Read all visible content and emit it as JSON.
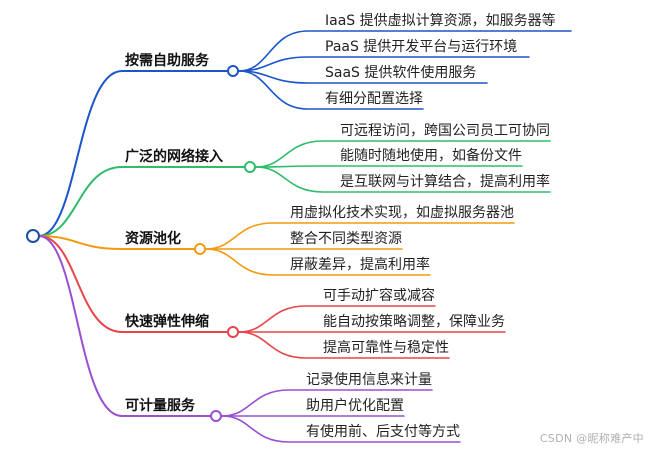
{
  "colors": {
    "root": "#1c4fa0",
    "branches": [
      "#1a56c9",
      "#2fbd6a",
      "#f29a10",
      "#e8454a",
      "#9b4fd1"
    ]
  },
  "branches": [
    {
      "title": "按需自助服务",
      "items": [
        "IaaS 提供虚拟计算资源，如服务器等",
        "PaaS 提供开发平台与运行环境",
        "SaaS 提供软件使用服务",
        "有细分配置选择"
      ]
    },
    {
      "title": "广泛的网络接入",
      "items": [
        "可远程访问，跨国公司员工可协同",
        "能随时随地使用，如备份文件",
        "是互联网与计算结合，提高利用率"
      ]
    },
    {
      "title": "资源池化",
      "items": [
        "用虚拟化技术实现，如虚拟服务器池",
        "整合不同类型资源",
        "屏蔽差异，提高利用率"
      ]
    },
    {
      "title": "快速弹性伸缩",
      "items": [
        "可手动扩容或减容",
        "能自动按策略调整，保障业务",
        "提高可靠性与稳定性"
      ]
    },
    {
      "title": "可计量服务",
      "items": [
        "记录使用信息来计量",
        "助用户优化配置",
        "有使用前、后支付等方式"
      ]
    }
  ],
  "watermark": "CSDN @昵称难产中"
}
